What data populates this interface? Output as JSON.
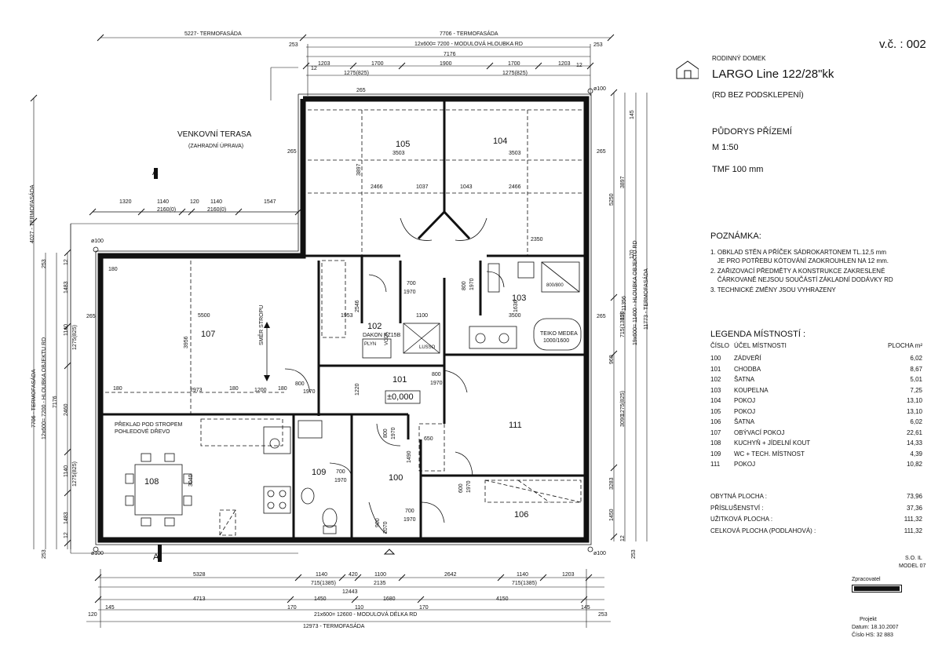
{
  "title_block": {
    "version": "v.č. : 002",
    "pre_title": "RODINNÝ DOMEK",
    "title": "LARGO Line 122/28\"kk",
    "subtitle": "(RD BEZ PODSKLEPENÍ)",
    "drawing": "PŮDORYS PŘÍZEMÍ",
    "scale": "M 1:50",
    "tmf": "TMF 100 mm"
  },
  "notes": {
    "heading": "POZNÁMKA:",
    "items": [
      "1. OBKLAD STĚN A PŘÍČEK SÁDROKARTONEM TL.12,5 mm\n    JE PRO POTŘEBU KÓTOVÁNÍ ZAOKROUHLEN NA 12 mm.",
      "2. ZAŘIZOVACÍ PŘEDMĚTY A KONSTRUKCE ZAKRESLENÉ\n    ČÁRKOVANĚ NEJSOU SOUČÁSTÍ ZÁKLADNÍ DODÁVKY RD",
      "3. TECHNICKÉ ZMĚNY JSOU VYHRAZENY"
    ]
  },
  "legend": {
    "heading": "LEGENDA MÍSTNOSTÍ :",
    "col_number": "ČÍSLO",
    "col_purpose": "ÚČEL MÍSTNOSTI",
    "col_area": "PLOCHA m²",
    "rooms": [
      {
        "num": "100",
        "name": "ZÁDVEŘÍ",
        "area": "6,02"
      },
      {
        "num": "101",
        "name": "CHODBA",
        "area": "8,67"
      },
      {
        "num": "102",
        "name": "ŠATNA",
        "area": "5,01"
      },
      {
        "num": "103",
        "name": "KOUPELNA",
        "area": "7,25"
      },
      {
        "num": "104",
        "name": "POKOJ",
        "area": "13,10"
      },
      {
        "num": "105",
        "name": "POKOJ",
        "area": "13,10"
      },
      {
        "num": "106",
        "name": "ŠATNA",
        "area": "6,02"
      },
      {
        "num": "107",
        "name": "OBÝVACÍ POKOJ",
        "area": "22,61"
      },
      {
        "num": "108",
        "name": "KUCHYŇ + JÍDELNÍ KOUT",
        "area": "14,33"
      },
      {
        "num": "109",
        "name": "WC + TECH. MÍSTNOST",
        "area": "4,39"
      },
      {
        "num": "111",
        "name": "POKOJ",
        "area": "10,82"
      }
    ],
    "totals": [
      {
        "label": "OBYTNÁ PLOCHA :",
        "value": "73,96"
      },
      {
        "label": "PŘÍSLUŠENSTVÍ :",
        "value": "37,36"
      },
      {
        "label": "UŽITKOVÁ PLOCHA :",
        "value": "111,32"
      },
      {
        "label": "CELKOVÁ PLOCHA (PODLAHOVÁ) :",
        "value": "111,32"
      }
    ]
  },
  "stamp": {
    "so": "S.O. IL",
    "model": "MODEL 07",
    "zpracovatel": "Zpracovatel",
    "projekt": "Projekt",
    "datum": "Datum:  18.10.2007",
    "cislo": "Číslo HS:  32 883"
  },
  "plan": {
    "rooms": {
      "r105": "105",
      "r104": "104",
      "r107": "107",
      "r102": "102",
      "r103": "103",
      "r101": "101",
      "r111": "111",
      "r108": "108",
      "r109": "109",
      "r100": "100",
      "r106": "106"
    },
    "terrace": "VENKOVNÍ TERASA",
    "terrace_sub": "(ZAHRADNÍ ÚPRAVA)",
    "level": "±0,000",
    "ceiling_dir": "SMĚR STROPU",
    "ceiling_note_1": "PŘEKLAD POD STROPEM",
    "ceiling_note_2": "POHLEDOVÉ DŘEVO",
    "bath_label": "TEIKO MEDEA",
    "bath_size": "1000/1600",
    "dakon": "DAKON KZ15B",
    "plyn": "PLYN",
    "voda": "VODA",
    "shower": "800/800",
    "lusso": "LUSSO",
    "section_a_top": "A",
    "section_a_bottom": "A",
    "top_dims": {
      "d1": "5227- TERMOFASÁDA",
      "d2": "7706 - TERMOFASÁDA",
      "d3": "12x600= 7200 - MODULOVÁ HLOUBKA RD",
      "d4": "7176",
      "d5": "1203",
      "d6": "1700",
      "d7": "1900",
      "d8": "1700",
      "d9": "1203",
      "d10": "1275(825)",
      "d11": "1275(825)",
      "d12": "253",
      "d13": "253",
      "d14": "12",
      "d15": "12"
    },
    "bottom_dims": {
      "b1": "5328",
      "b2": "1140",
      "b3": "420",
      "b4": "1100",
      "b5": "2642",
      "b6": "1140",
      "b7": "1203",
      "b8": "715(1385)",
      "b9": "2135",
      "b10": "715(1385)",
      "b11": "12443",
      "b12": "4713",
      "b13": "1450",
      "b14": "1680",
      "b15": "4150",
      "b16": "170",
      "b17": "110",
      "b18": "170",
      "b19": "21x600= 12600 - MODULOVÁ DÉLKA RD",
      "b20": "12973 - TERMOFASÁDA",
      "b21": "120",
      "b22": "145",
      "b23": "145",
      "b24": "253"
    },
    "inner_dims": {
      "i1": "3503",
      "i2": "3503",
      "i3": "2466",
      "i4": "1037",
      "i5": "1043",
      "i6": "2466",
      "i7": "2350",
      "i8": "1320",
      "i9": "1140",
      "i10": "120",
      "i11": "1140",
      "i12": "1547",
      "i13": "2160(0)",
      "i14": "2160(0)",
      "i15": "5500",
      "i16": "2973",
      "i17": "1200",
      "i18": "3500",
      "i19": "1953",
      "i20": "700",
      "i21": "1970",
      "i22": "800",
      "i23": "1970",
      "i24": "800",
      "i25": "1970",
      "i26": "700",
      "i27": "1970",
      "i28": "700",
      "i29": "1970",
      "i30": "900",
      "i31": "2070",
      "i32": "600",
      "i33": "1970",
      "i34": "800",
      "i35": "1970",
      "i36": "800",
      "i37": "1970",
      "i38": "1100",
      "i39": "650",
      "i40": "1490",
      "i41": "3956",
      "i42": "3897",
      "i43": "3040",
      "i44": "2546",
      "i45": "1220",
      "i46": "1636",
      "i47": "265",
      "i48": "265",
      "i49": "265",
      "i50": "265",
      "i51": "265",
      "i52": "ø100",
      "i53": "ø100",
      "i54": "ø100",
      "i55": "ø100",
      "i56": "180",
      "i57": "180",
      "i58": "180",
      "i59": "180"
    },
    "left_dims": {
      "l1": "4027 - TERMOFASÁDA",
      "l2": "7706 - TERMOFASÁDA",
      "l3": "12x600= 7200 - HLOUBKA OBJEKTU RD",
      "l4": "7176",
      "l5": "1483",
      "l6": "1140",
      "l7": "1275(825)",
      "l8": "2460",
      "l9": "1140",
      "l10": "1275(825)",
      "l11": "1483",
      "l12": "253",
      "l13": "253",
      "l14": "12",
      "l15": "12"
    },
    "right_dims": {
      "r1": "11773 - TERMOFASÁDA",
      "r2": "19x600= 11400 - HLOUBKA OBJEKTU RD",
      "r3": "11356",
      "r4": "5250",
      "r5": "3897",
      "r6": "960",
      "r7": "3090",
      "r8": "3283",
      "r9": "1450",
      "r10": "715(1385)",
      "r11": "1275(825)",
      "r12": "145",
      "r13": "120",
      "r14": "170",
      "r15": "253",
      "r16": "12"
    }
  }
}
